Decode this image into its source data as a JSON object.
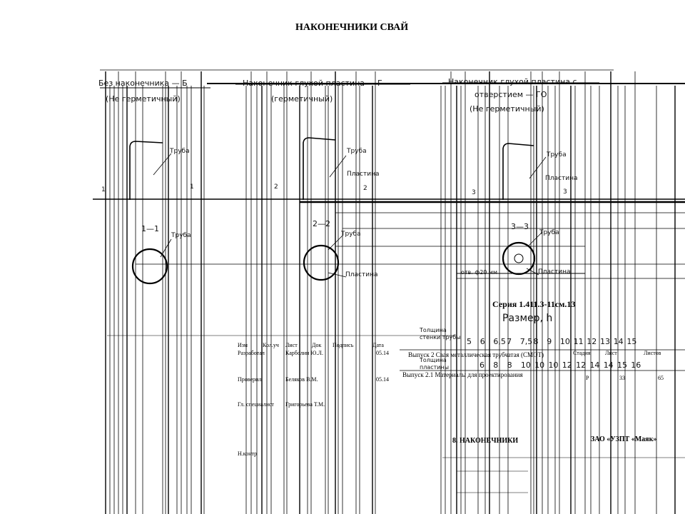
{
  "page_title": "НАКОНЕЧНИКИ СВАЙ",
  "variants": [
    {
      "caption_1": "Без наконечника — Б",
      "caption_2": "(Не герметичный)",
      "pipe": "Труба",
      "plate": "",
      "section": "1—1",
      "mark_left": "1",
      "mark_right": "1"
    },
    {
      "caption_1": "Наконечник глухой пластина — Г",
      "caption_2": "(герметичный)",
      "pipe": "Труба",
      "plate": "Пластина",
      "section": "2—2",
      "mark_left": "2",
      "mark_right": "2"
    },
    {
      "caption_1": "Наконечник глухой пластина с",
      "caption_2": "отверстием — ГО",
      "caption_3": "(Не герметичный)",
      "pipe": "Труба",
      "plate": "Пластина",
      "section": "3—3",
      "mark_left": "3",
      "mark_right": "3"
    }
  ],
  "hole_note": "отв. ф20 мм",
  "series": "Серия 1.411.3-11см.13",
  "sizes": {
    "heading": "Размер, h",
    "wall_label": "Толщина стенки трубы",
    "plate_label": "Толщина пластины",
    "wall_values": [
      "5",
      "6",
      "6,5",
      "7",
      "7,5",
      "8",
      "9",
      "10",
      "11",
      "12",
      "13",
      "14",
      "15"
    ],
    "plate_values": [
      "6",
      "8",
      "8",
      "10",
      "10",
      "10",
      "12",
      "12",
      "14",
      "14",
      "15",
      "16"
    ]
  },
  "stamp": {
    "headers": [
      "Изм",
      "Кол.уч",
      "Лист",
      "Док",
      "Подпись",
      "Дата"
    ],
    "rows": [
      {
        "role": "Разработал",
        "name": "Карболин Ю.Л.",
        "date": "05.14"
      },
      {
        "role": "Проверил",
        "name": "Беляков В.М.",
        "date": "05.14"
      },
      {
        "role": "Гл. специалист",
        "name": "Григорьева Т.М.",
        "date": ""
      },
      {
        "role": "Н.контр",
        "name": "",
        "date": ""
      }
    ],
    "issue_1": "Выпуск 2 Свая металлическая трубчатая (СМОТ)",
    "issue_2": "Выпуск 2.1 Материалы для проектирования",
    "stage_label": "Стадия",
    "sheet_label": "Лист",
    "sheets_label": "Листов",
    "stage": "Р",
    "sheet": "33",
    "sheets": "65",
    "drawing_name": "8. НАКОНЕЧНИКИ",
    "company": "ЗАО «УЗПТ «Маяк»"
  }
}
